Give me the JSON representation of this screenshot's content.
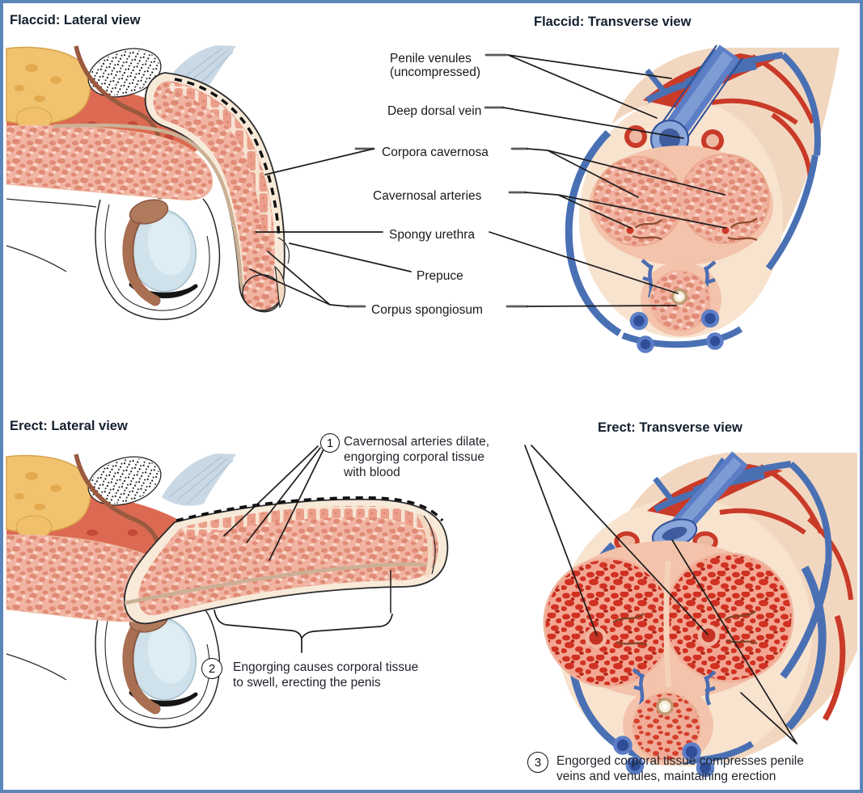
{
  "figure": {
    "type": "anatomical-diagram",
    "subject": "Penile erection: flaccid vs erect, lateral and transverse views",
    "border_color": "#5b86bb",
    "background": "#ffffff"
  },
  "panels": {
    "flaccid_lateral": {
      "title": "Flaccid: Lateral view"
    },
    "flaccid_transverse": {
      "title": "Flaccid: Transverse view"
    },
    "erect_lateral": {
      "title": "Erect: Lateral view"
    },
    "erect_transverse": {
      "title": "Erect: Transverse view"
    }
  },
  "labels": {
    "penile_venules": {
      "lines": [
        "Penile venules",
        "(uncompressed)"
      ]
    },
    "deep_dorsal_vein": {
      "lines": [
        "Deep dorsal vein"
      ]
    },
    "corpora_cavernosa": {
      "lines": [
        "Corpora cavernosa"
      ]
    },
    "cavernosal_arteries": {
      "lines": [
        "Cavernosal arteries"
      ]
    },
    "spongy_urethra": {
      "lines": [
        "Spongy urethra"
      ]
    },
    "prepuce": {
      "lines": [
        "Prepuce"
      ]
    },
    "corpus_spongiosum": {
      "lines": [
        "Corpus spongiosum"
      ]
    }
  },
  "steps": [
    {
      "number": "1",
      "lines": [
        "Cavernosal arteries dilate,",
        "engorging corporal tissue",
        "with blood"
      ]
    },
    {
      "number": "2",
      "lines": [
        "Engorging causes corporal tissue",
        "to swell, erecting the penis"
      ]
    },
    {
      "number": "3",
      "lines": [
        "Engorged corporal tissue compresses penile",
        "veins and venules, maintaining erection"
      ]
    }
  ],
  "colors": {
    "corporal_tissue_flaccid": "#f2b4a2",
    "corporal_tissue_engorged": "#d03122",
    "skin": "#f2d7c0",
    "vein_blue": "#4a70b4",
    "artery_red": "#c93a28",
    "bladder_yellow": "#f1c36f",
    "pelvic_tissue_red": "#dc6a52",
    "testis_blue": "#cfe1ea",
    "epididymis_brown": "#a86f52",
    "urethra_tan": "#cbb095",
    "leader_line": "#1c1c1c"
  }
}
